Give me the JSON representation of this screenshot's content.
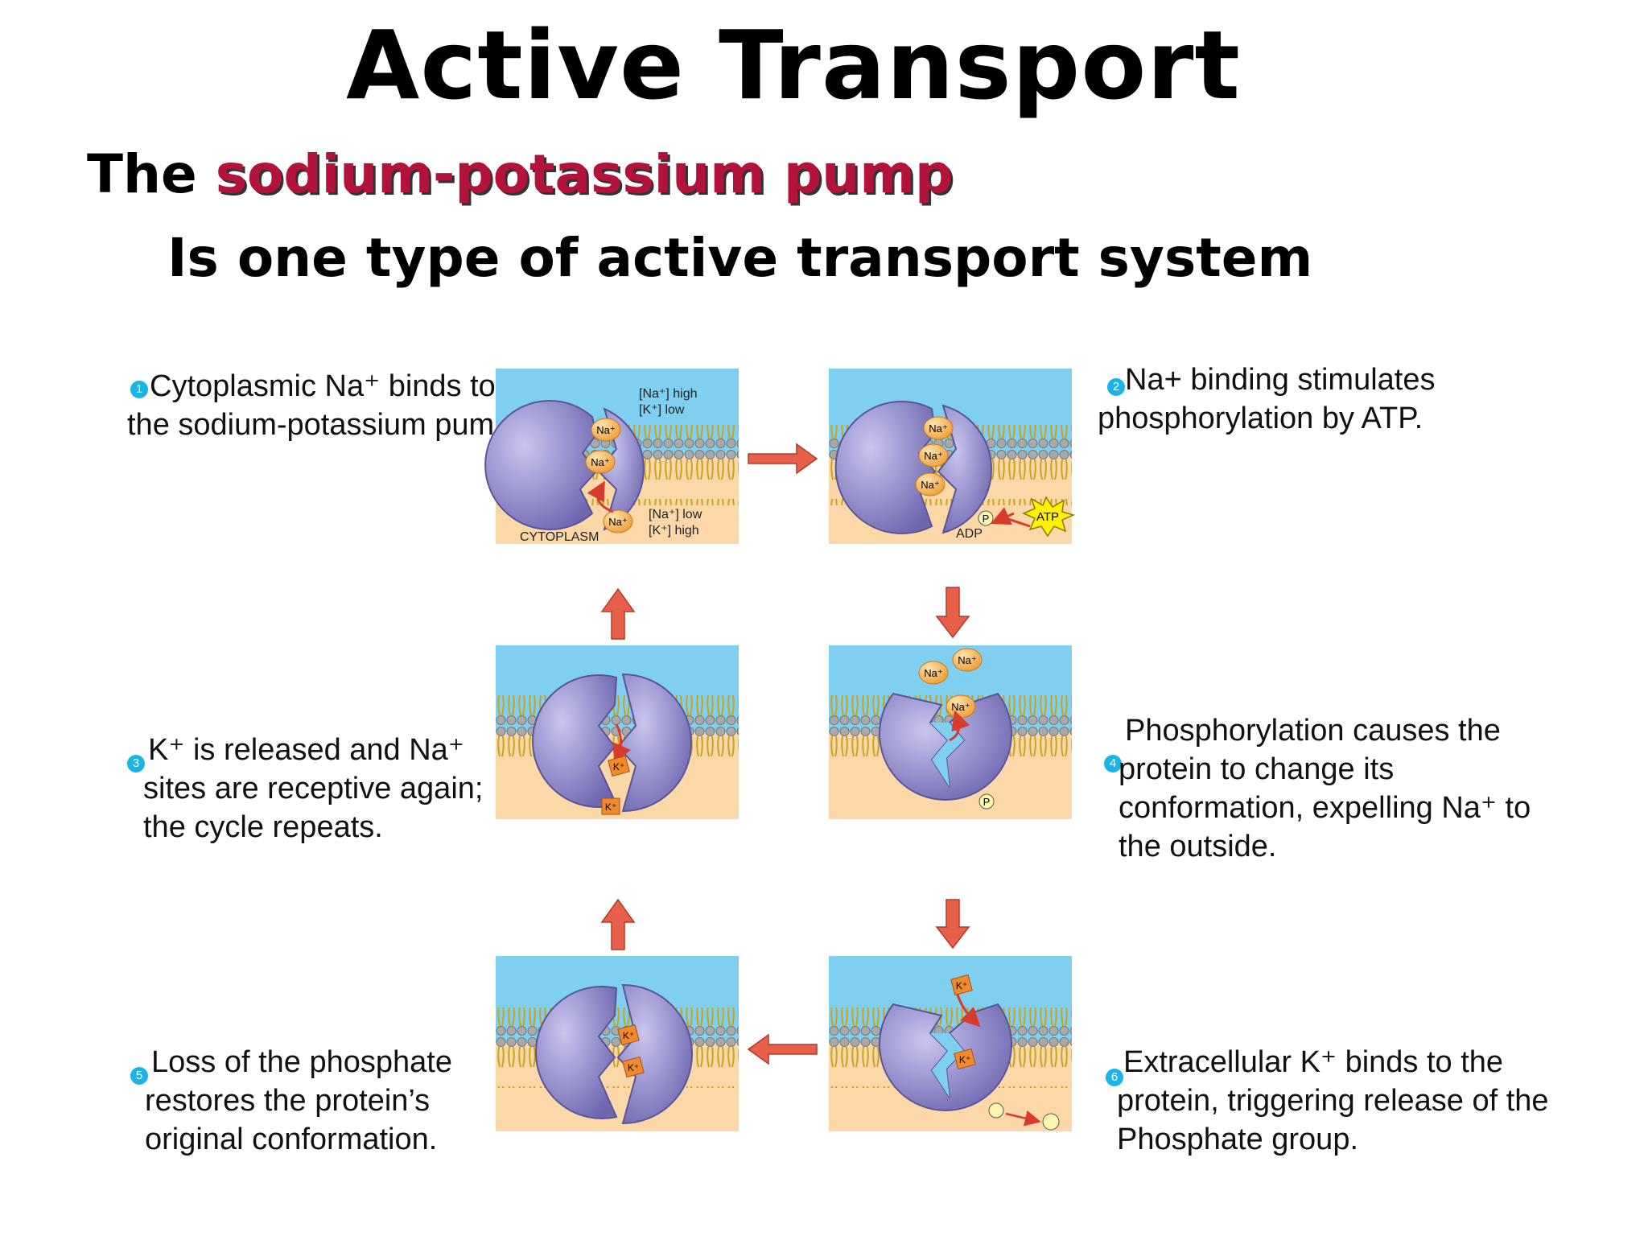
{
  "title": "Active Transport",
  "subtitle": {
    "prefix": "The",
    "highlight": "sodium-potassium pump",
    "line2": "Is one type of active transport system"
  },
  "steps": [
    {
      "number": "1",
      "lines": [
        "Cytoplasmic Na⁺ binds to",
        "the sodium-potassium pump."
      ]
    },
    {
      "number": "2",
      "lines": [
        "Na+ binding stimulates",
        "phosphorylation by ATP."
      ]
    },
    {
      "number": "3",
      "lines": [
        "K⁺ is released and Na⁺",
        "sites are receptive again;",
        "the cycle repeats."
      ]
    },
    {
      "number": "4",
      "lines": [
        "Phosphorylation causes the",
        "protein to change its",
        "conformation, expelling Na⁺ to",
        "the outside."
      ]
    },
    {
      "number": "5",
      "lines": [
        "Loss of the phosphate",
        "restores the protein’s",
        "original conformation."
      ]
    },
    {
      "number": "6",
      "lines": [
        "Extracellular K⁺ binds to the",
        "protein, triggering release of the",
        "Phosphate group."
      ]
    }
  ],
  "panel_labels": {
    "na_high": "[Na⁺] high",
    "k_low": "[K⁺] low",
    "na_low": "[Na⁺] low",
    "k_high": "[K⁺] high",
    "cytoplasm": "CYTOPLASM",
    "na": "Na⁺",
    "k": "K⁺",
    "p": "P",
    "adp": "ADP",
    "atp": "ATP"
  },
  "colors": {
    "extracellular": "#7fd0f0",
    "cytoplasm": "#fcd8a8",
    "protein": "#8a84c4",
    "sodium": "#f7b24a",
    "potassium": "#f08a2c",
    "arrow": "#e8604a",
    "highlight_text": "#b3123a"
  }
}
